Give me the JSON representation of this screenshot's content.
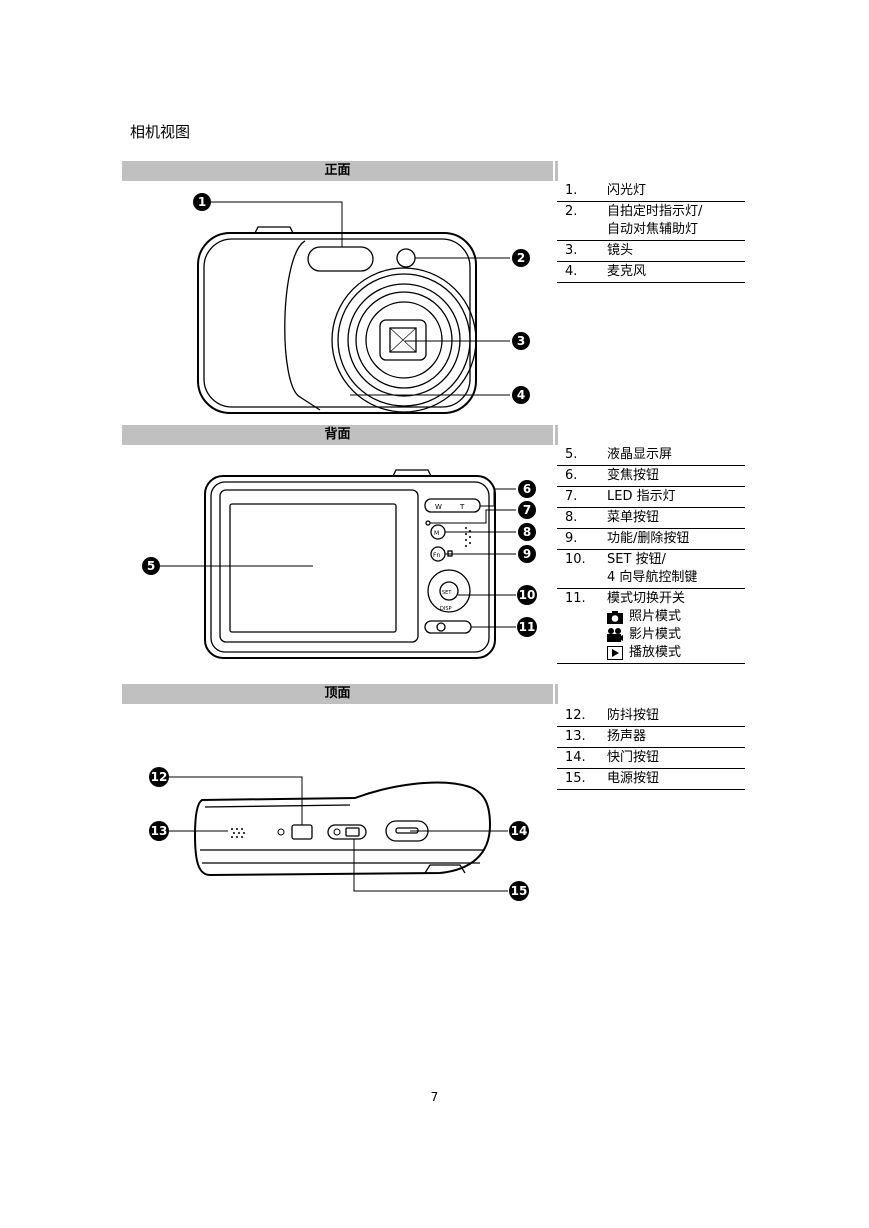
{
  "page_title": "相机视图",
  "sections": {
    "front": {
      "title": "正面",
      "items": [
        {
          "num": "1.",
          "label": "闪光灯"
        },
        {
          "num": "2.",
          "label": "自拍定时指示灯/",
          "label2": "自动对焦辅助灯"
        },
        {
          "num": "3.",
          "label": "镜头"
        },
        {
          "num": "4.",
          "label": "麦克风"
        }
      ],
      "callouts": [
        "1",
        "2",
        "3",
        "4"
      ]
    },
    "back": {
      "title": "背面",
      "items": [
        {
          "num": "5.",
          "label": "液晶显示屏"
        },
        {
          "num": "6.",
          "label": "变焦按钮"
        },
        {
          "num": "7.",
          "label": "LED 指示灯"
        },
        {
          "num": "8.",
          "label": "菜单按钮"
        },
        {
          "num": "9.",
          "label": "功能/删除按钮"
        },
        {
          "num": "10.",
          "label": "SET 按钮/",
          "label2": "4 向导航控制键"
        },
        {
          "num": "11.",
          "label": "模式切换开关"
        }
      ],
      "modes": [
        {
          "icon": "camera-icon",
          "label": "照片模式"
        },
        {
          "icon": "video-camera-icon",
          "label": "影片模式"
        },
        {
          "icon": "play-icon",
          "label": "播放模式"
        }
      ],
      "callouts": [
        "5",
        "6",
        "7",
        "8",
        "9",
        "10",
        "11"
      ],
      "button_labels": {
        "wide": "W",
        "tele": "T",
        "menu": "M",
        "fn": "Fn",
        "set": "SET",
        "disp": "DISP"
      }
    },
    "top": {
      "title": "顶面",
      "items": [
        {
          "num": "12.",
          "label": "防抖按钮"
        },
        {
          "num": "13.",
          "label": "扬声器"
        },
        {
          "num": "14.",
          "label": "快门按钮"
        },
        {
          "num": "15.",
          "label": "电源按钮"
        }
      ],
      "callouts": [
        "12",
        "13",
        "14",
        "15"
      ]
    }
  },
  "page_number": "7"
}
